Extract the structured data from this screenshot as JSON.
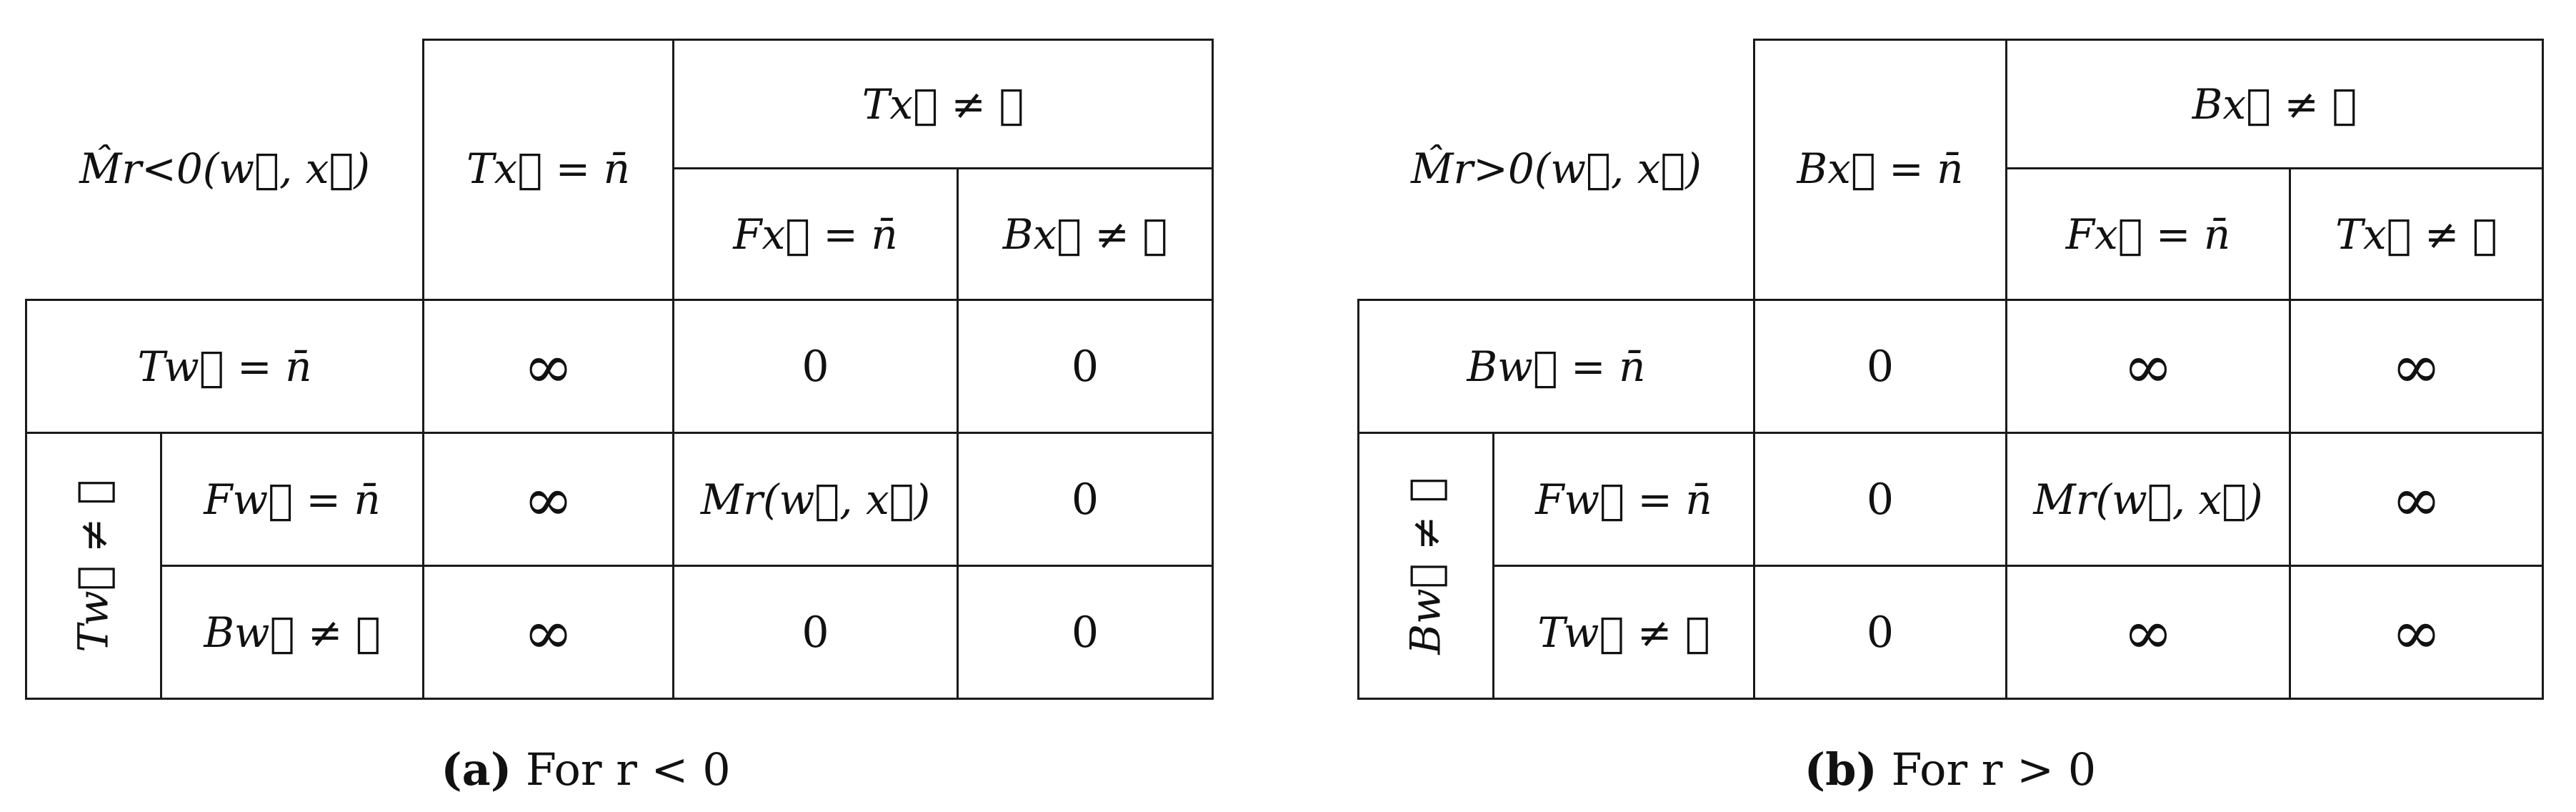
{
  "tables": [
    {
      "corner": "M̂r<0(w⃗, x⃗)",
      "col_first": "Tx⃗ = n̄",
      "col_group": "Tx⃗ ≠ ∅",
      "col_sub": [
        "Fx⃗ = n̄",
        "Bx⃗ ≠ ∅"
      ],
      "row_first": "Tw⃗ = n̄",
      "row_group": "Tw⃗ ≠ ∅",
      "row_sub": [
        "Fw⃗ = n̄",
        "Bw⃗ ≠ ∅"
      ],
      "cells": [
        [
          "∞",
          "0",
          "0"
        ],
        [
          "∞",
          "Mr(w⃗, x⃗)",
          "0"
        ],
        [
          "∞",
          "0",
          "0"
        ]
      ],
      "caption_letter": "(a)",
      "caption_text": "For r < 0"
    },
    {
      "corner": "M̂r>0(w⃗, x⃗)",
      "col_first": "Bx⃗ = n̄",
      "col_group": "Bx⃗ ≠ ∅",
      "col_sub": [
        "Fx⃗ = n̄",
        "Tx⃗ ≠ ∅"
      ],
      "row_first": "Bw⃗ = n̄",
      "row_group": "Bw⃗ ≠ ∅",
      "row_sub": [
        "Fw⃗ = n̄",
        "Tw⃗ ≠ ∅"
      ],
      "cells": [
        [
          "0",
          "∞",
          "∞"
        ],
        [
          "0",
          "Mr(w⃗, x⃗)",
          "∞"
        ],
        [
          "0",
          "∞",
          "∞"
        ]
      ],
      "caption_letter": "(b)",
      "caption_text": "For r > 0"
    }
  ]
}
